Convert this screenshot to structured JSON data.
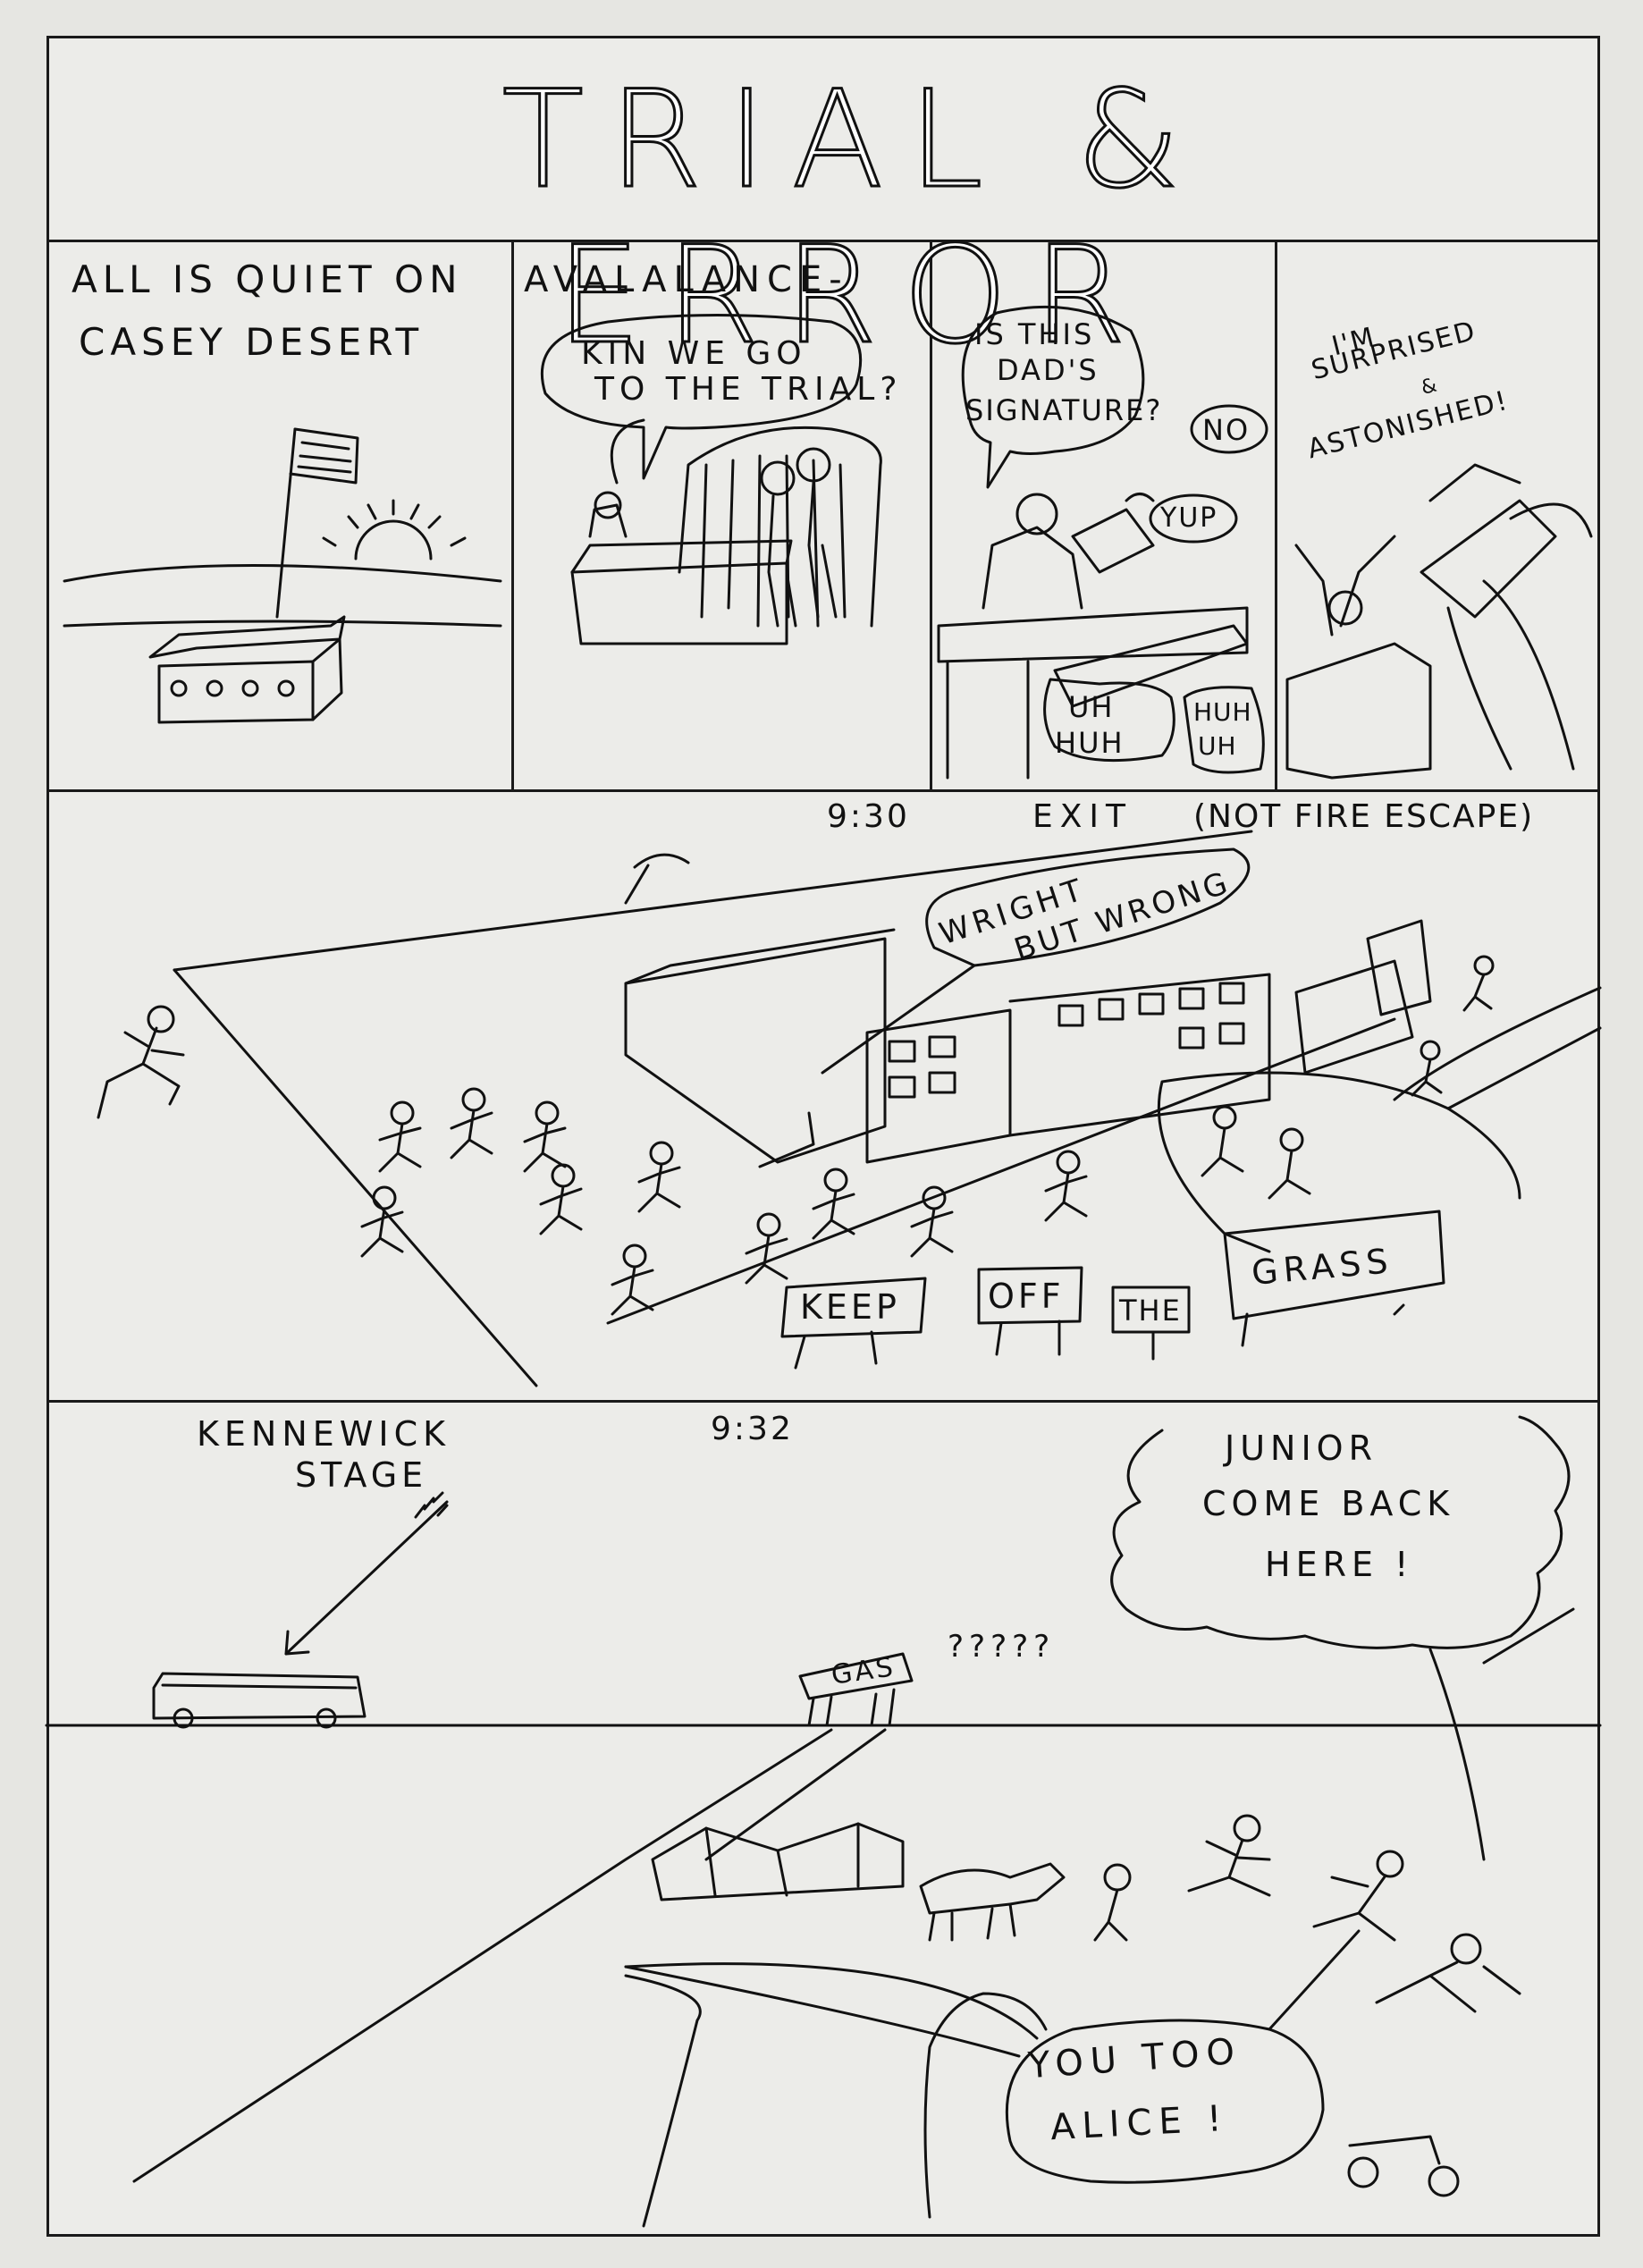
{
  "title": "TRIAL & ERROR",
  "panel1": {
    "line1": "ALL IS QUIET ON",
    "line2": "CASEY DESERT"
  },
  "panel2": {
    "caption": "AVALALANCE-",
    "bubble_line1": "KIN WE GO",
    "bubble_line2": "TO THE TRIAL?"
  },
  "panel3": {
    "bubble_line1": "IS THIS",
    "bubble_line2": "DAD'S",
    "bubble_line3": "SIGNATURE?",
    "reply_no": "NO",
    "reply_yup": "YUP",
    "reply_uh_1": "UH",
    "reply_uh_2": "HUH",
    "reply_huh_1": "HUH",
    "reply_huh_2": "UH"
  },
  "panel4": {
    "line1": "I'M",
    "line2": "SURPRISED",
    "line3": "&",
    "line4": "ASTONISHED!"
  },
  "panel5": {
    "time": "9:30",
    "exit": "EXIT",
    "note": "(NOT FIRE ESCAPE)",
    "bubble_line1": "WRIGHT",
    "bubble_line2": "BUT WRONG",
    "sign_1": "KEEP",
    "sign_2": "OFF",
    "sign_3": "THE",
    "sign_4": "GRASS"
  },
  "panel6": {
    "label_line1": "KENNEWICK",
    "label_line2": "STAGE",
    "time": "9:32",
    "gas_sign": "GAS",
    "question_marks": "?????",
    "shout_line1": "JUNIOR",
    "shout_line2": "COME BACK",
    "shout_line3": "HERE !",
    "reply_line1": "YOU TOO",
    "reply_line2": "ALICE !"
  }
}
